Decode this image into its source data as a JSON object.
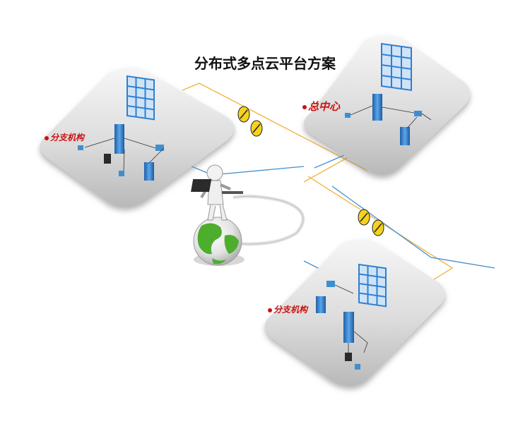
{
  "title": "分布式多点云平台方案",
  "sites": {
    "branch_top_left": {
      "label": "分支机构"
    },
    "headquarters": {
      "label": "总中心"
    },
    "branch_bottom_right": {
      "label": "分支机构"
    }
  },
  "colors": {
    "link_orange": "#f2b13a",
    "link_blue": "#3f8fd0",
    "platform_gray": "#cfcfcf",
    "device_blue": "#2f7fd0",
    "label_red": "#cc1111",
    "globe_green": "#4cae2c",
    "firewall_yellow": "#f4d21f"
  },
  "icons": [
    "database-rack-icon",
    "server-icon",
    "switch-icon",
    "monitor-icon",
    "pc-icon",
    "firewall-icon",
    "globe-icon",
    "person-laptop-icon"
  ]
}
